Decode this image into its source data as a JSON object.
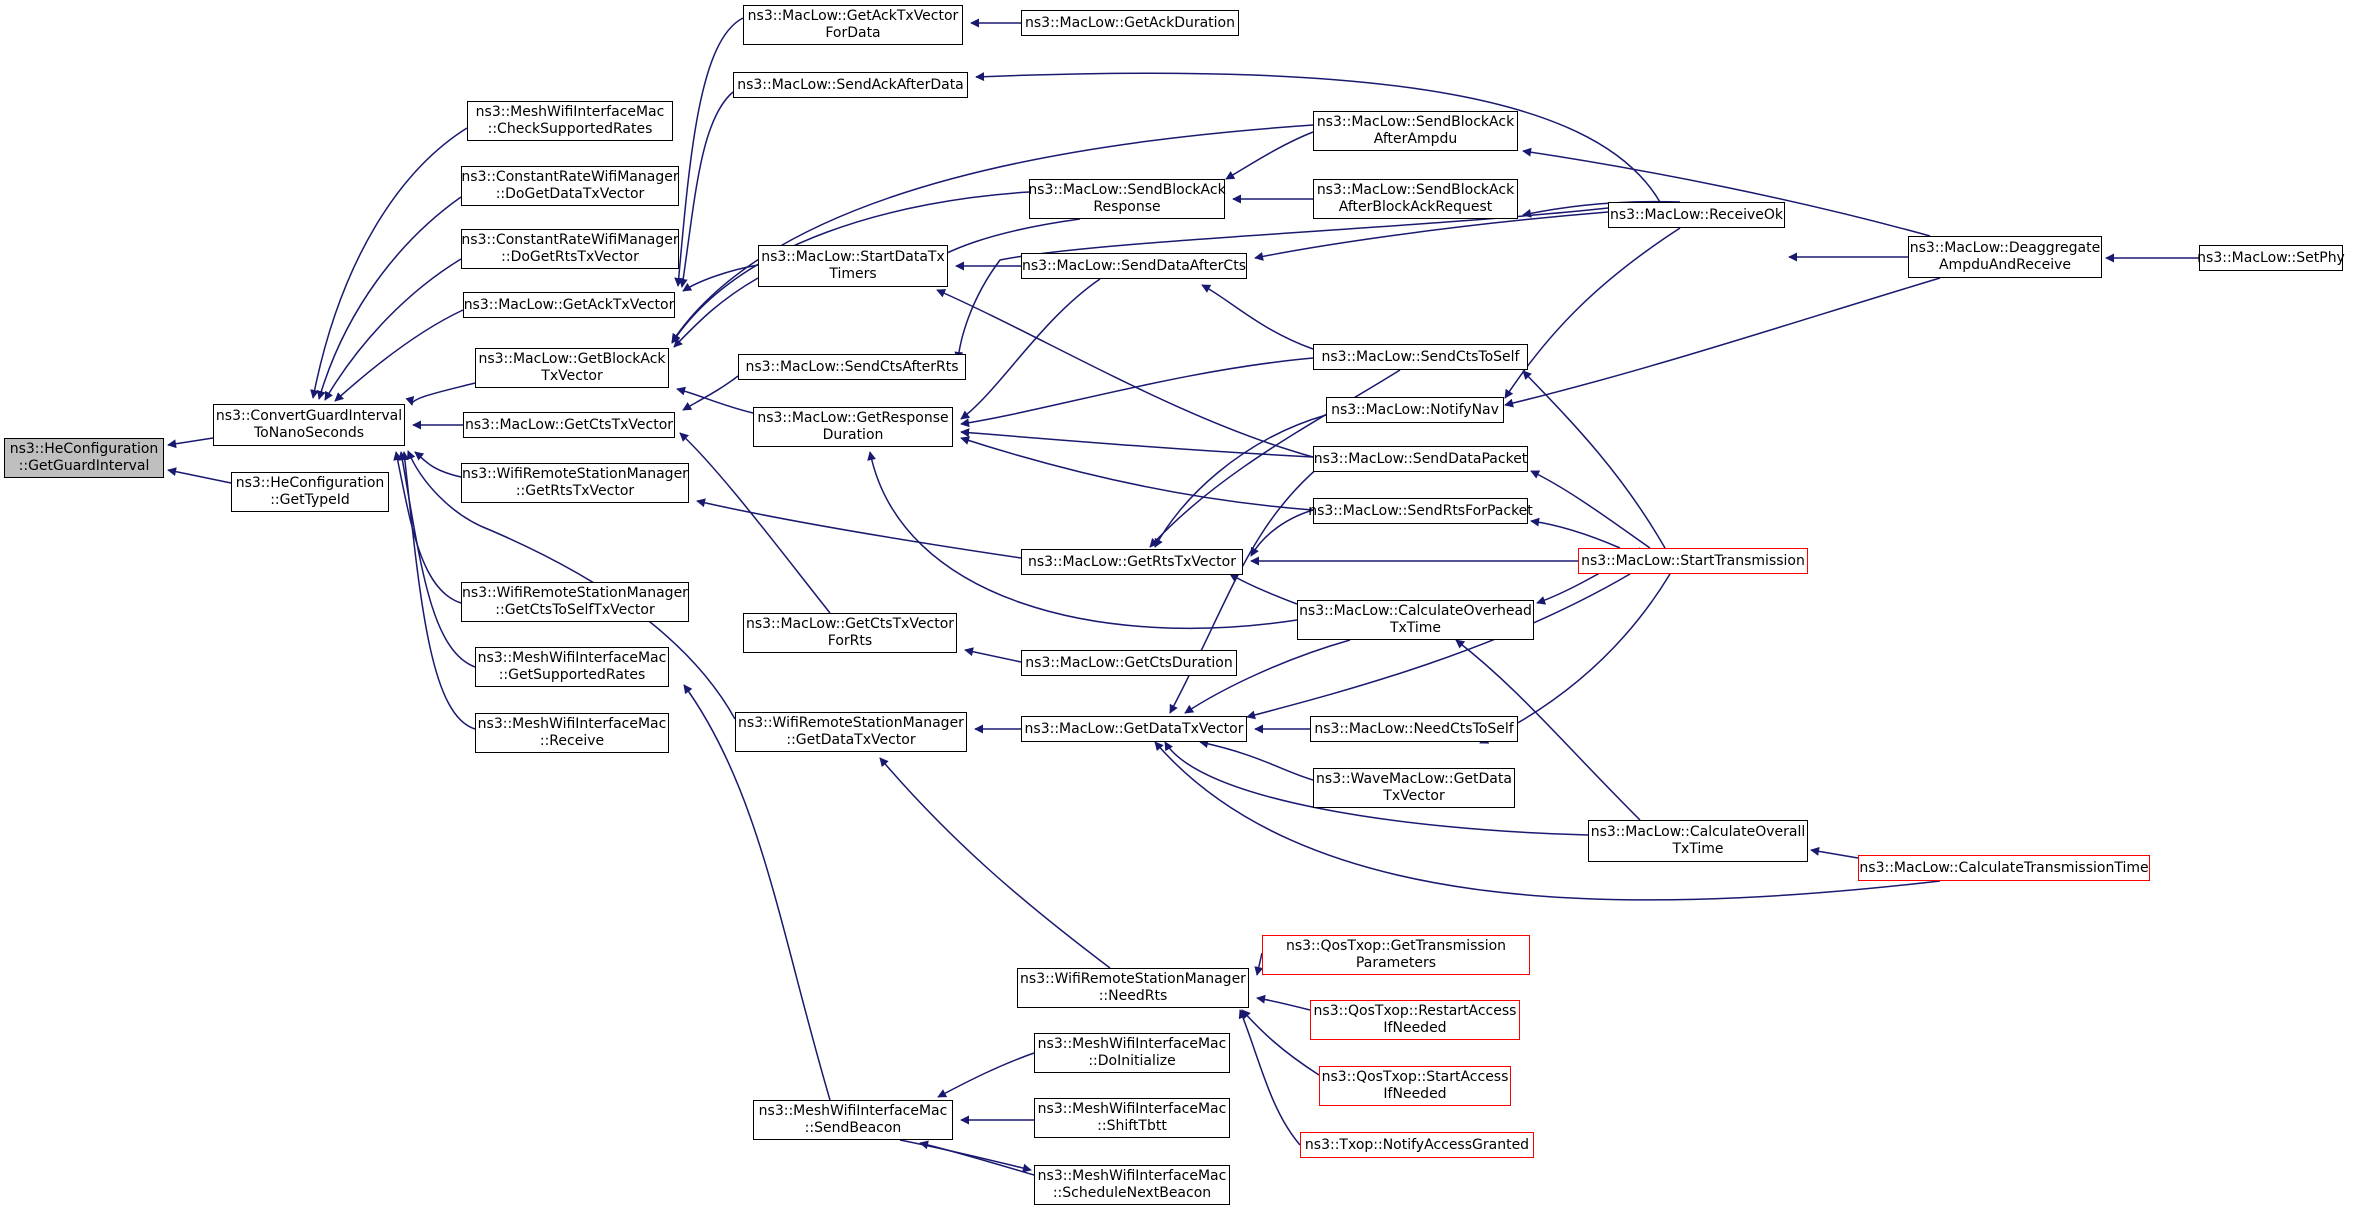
{
  "diagram": {
    "colors": {
      "edge": "#191970",
      "node_border": "#000000",
      "root_fill": "#bfbfbf",
      "truncated_border": "#ff0000"
    },
    "nodes": [
      {
        "id": "n0",
        "label": "ns3::HeConfiguration\n::GetGuardInterval",
        "style": "root"
      },
      {
        "id": "n1",
        "label": "ns3::ConvertGuardInterval\nToNanoSeconds"
      },
      {
        "id": "n2",
        "label": "ns3::HeConfiguration\n::GetTypeId"
      },
      {
        "id": "n3",
        "label": "ns3::MeshWifiInterfaceMac\n::CheckSupportedRates"
      },
      {
        "id": "n4",
        "label": "ns3::ConstantRateWifiManager\n::DoGetDataTxVector"
      },
      {
        "id": "n5",
        "label": "ns3::ConstantRateWifiManager\n::DoGetRtsTxVector"
      },
      {
        "id": "n6",
        "label": "ns3::MacLow::GetAckTxVector"
      },
      {
        "id": "n7",
        "label": "ns3::MacLow::GetBlockAck\nTxVector"
      },
      {
        "id": "n8",
        "label": "ns3::MacLow::GetCtsTxVector"
      },
      {
        "id": "n9",
        "label": "ns3::WifiRemoteStationManager\n::GetRtsTxVector"
      },
      {
        "id": "n10",
        "label": "ns3::WifiRemoteStationManager\n::GetCtsToSelfTxVector"
      },
      {
        "id": "n11",
        "label": "ns3::MeshWifiInterfaceMac\n::GetSupportedRates"
      },
      {
        "id": "n12",
        "label": "ns3::MeshWifiInterfaceMac\n::Receive"
      },
      {
        "id": "n13",
        "label": "ns3::MacLow::GetAckTxVector\nForData"
      },
      {
        "id": "n14",
        "label": "ns3::MacLow::SendAckAfterData"
      },
      {
        "id": "n15",
        "label": "ns3::MacLow::StartDataTx\nTimers"
      },
      {
        "id": "n16",
        "label": "ns3::MacLow::SendCtsAfterRts"
      },
      {
        "id": "n17",
        "label": "ns3::MacLow::GetResponse\nDuration"
      },
      {
        "id": "n18",
        "label": "ns3::MacLow::GetCtsTxVector\nForRts"
      },
      {
        "id": "n19",
        "label": "ns3::WifiRemoteStationManager\n::GetDataTxVector"
      },
      {
        "id": "n20",
        "label": "ns3::MeshWifiInterfaceMac\n::SendBeacon"
      },
      {
        "id": "n21",
        "label": "ns3::MacLow::GetAckDuration"
      },
      {
        "id": "n22",
        "label": "ns3::MacLow::SendBlockAck\nResponse"
      },
      {
        "id": "n23",
        "label": "ns3::MacLow::SendDataAfterCts"
      },
      {
        "id": "n24",
        "label": "ns3::MacLow::GetRtsTxVector"
      },
      {
        "id": "n25",
        "label": "ns3::MacLow::GetCtsDuration"
      },
      {
        "id": "n26",
        "label": "ns3::MacLow::GetDataTxVector"
      },
      {
        "id": "n27",
        "label": "ns3::WifiRemoteStationManager\n::NeedRts"
      },
      {
        "id": "n28",
        "label": "ns3::MeshWifiInterfaceMac\n::DoInitialize"
      },
      {
        "id": "n29",
        "label": "ns3::MeshWifiInterfaceMac\n::ShiftTbtt"
      },
      {
        "id": "n30",
        "label": "ns3::MeshWifiInterfaceMac\n::ScheduleNextBeacon"
      },
      {
        "id": "n31",
        "label": "ns3::MacLow::SendBlockAck\nAfterAmpdu"
      },
      {
        "id": "n32",
        "label": "ns3::MacLow::SendBlockAck\nAfterBlockAckRequest"
      },
      {
        "id": "n33",
        "label": "ns3::MacLow::SendCtsToSelf"
      },
      {
        "id": "n34",
        "label": "ns3::MacLow::NotifyNav"
      },
      {
        "id": "n35",
        "label": "ns3::MacLow::SendDataPacket"
      },
      {
        "id": "n36",
        "label": "ns3::MacLow::SendRtsForPacket"
      },
      {
        "id": "n37",
        "label": "ns3::MacLow::CalculateOverhead\nTxTime"
      },
      {
        "id": "n38",
        "label": "ns3::MacLow::NeedCtsToSelf"
      },
      {
        "id": "n39",
        "label": "ns3::WaveMacLow::GetData\nTxVector"
      },
      {
        "id": "n40",
        "label": "ns3::QosTxop::GetTransmission\nParameters",
        "style": "truncated"
      },
      {
        "id": "n41",
        "label": "ns3::QosTxop::RestartAccess\nIfNeeded",
        "style": "truncated"
      },
      {
        "id": "n42",
        "label": "ns3::QosTxop::StartAccess\nIfNeeded",
        "style": "truncated"
      },
      {
        "id": "n43",
        "label": "ns3::Txop::NotifyAccessGranted",
        "style": "truncated"
      },
      {
        "id": "n44",
        "label": "ns3::MacLow::ReceiveOk"
      },
      {
        "id": "n45",
        "label": "ns3::MacLow::StartTransmission",
        "style": "truncated"
      },
      {
        "id": "n46",
        "label": "ns3::MacLow::CalculateOverall\nTxTime"
      },
      {
        "id": "n47",
        "label": "ns3::MacLow::Deaggregate\nAmpduAndReceive"
      },
      {
        "id": "n48",
        "label": "ns3::MacLow::CalculateTransmissionTime",
        "style": "truncated"
      },
      {
        "id": "n49",
        "label": "ns3::MacLow::SetPhy"
      }
    ],
    "edges": [
      [
        "n1",
        "n0"
      ],
      [
        "n2",
        "n0"
      ],
      [
        "n3",
        "n1"
      ],
      [
        "n4",
        "n1"
      ],
      [
        "n5",
        "n1"
      ],
      [
        "n6",
        "n1"
      ],
      [
        "n7",
        "n1"
      ],
      [
        "n8",
        "n1"
      ],
      [
        "n9",
        "n1"
      ],
      [
        "n10",
        "n1"
      ],
      [
        "n11",
        "n1"
      ],
      [
        "n12",
        "n1"
      ],
      [
        "n19",
        "n1"
      ],
      [
        "n13",
        "n6"
      ],
      [
        "n14",
        "n6"
      ],
      [
        "n15",
        "n6"
      ],
      [
        "n31",
        "n7"
      ],
      [
        "n22",
        "n7"
      ],
      [
        "n15",
        "n7"
      ],
      [
        "n17",
        "n7"
      ],
      [
        "n16",
        "n8"
      ],
      [
        "n18",
        "n8"
      ],
      [
        "n24",
        "n9"
      ],
      [
        "n20",
        "n11"
      ],
      [
        "n26",
        "n19"
      ],
      [
        "n27",
        "n19"
      ],
      [
        "n21",
        "n13"
      ],
      [
        "n44",
        "n14"
      ],
      [
        "n22",
        "n15"
      ],
      [
        "n23",
        "n15"
      ],
      [
        "n35",
        "n15"
      ],
      [
        "n44",
        "n16"
      ],
      [
        "n23",
        "n17"
      ],
      [
        "n33",
        "n17"
      ],
      [
        "n35",
        "n17"
      ],
      [
        "n36",
        "n17"
      ],
      [
        "n37",
        "n17"
      ],
      [
        "n25",
        "n18"
      ],
      [
        "n28",
        "n20"
      ],
      [
        "n29",
        "n20"
      ],
      [
        "n30",
        "n20"
      ],
      [
        "n31",
        "n22"
      ],
      [
        "n32",
        "n22"
      ],
      [
        "n44",
        "n23"
      ],
      [
        "n33",
        "n23"
      ],
      [
        "n33",
        "n24"
      ],
      [
        "n34",
        "n24"
      ],
      [
        "n36",
        "n24"
      ],
      [
        "n45",
        "n24"
      ],
      [
        "n37",
        "n24"
      ],
      [
        "n35",
        "n26"
      ],
      [
        "n37",
        "n26"
      ],
      [
        "n45",
        "n26"
      ],
      [
        "n38",
        "n26"
      ],
      [
        "n39",
        "n26"
      ],
      [
        "n46",
        "n26"
      ],
      [
        "n48",
        "n26"
      ],
      [
        "n40",
        "n27"
      ],
      [
        "n41",
        "n27"
      ],
      [
        "n42",
        "n27"
      ],
      [
        "n43",
        "n27"
      ],
      [
        "n20",
        "n30"
      ],
      [
        "n47",
        "n31"
      ],
      [
        "n44",
        "n32"
      ],
      [
        "n45",
        "n33"
      ],
      [
        "n44",
        "n34"
      ],
      [
        "n47",
        "n34"
      ],
      [
        "n45",
        "n35"
      ],
      [
        "n45",
        "n36"
      ],
      [
        "n45",
        "n37"
      ],
      [
        "n46",
        "n37"
      ],
      [
        "n45",
        "n38"
      ],
      [
        "n47",
        "n44"
      ],
      [
        "n48",
        "n46"
      ],
      [
        "n49",
        "n47"
      ]
    ]
  }
}
